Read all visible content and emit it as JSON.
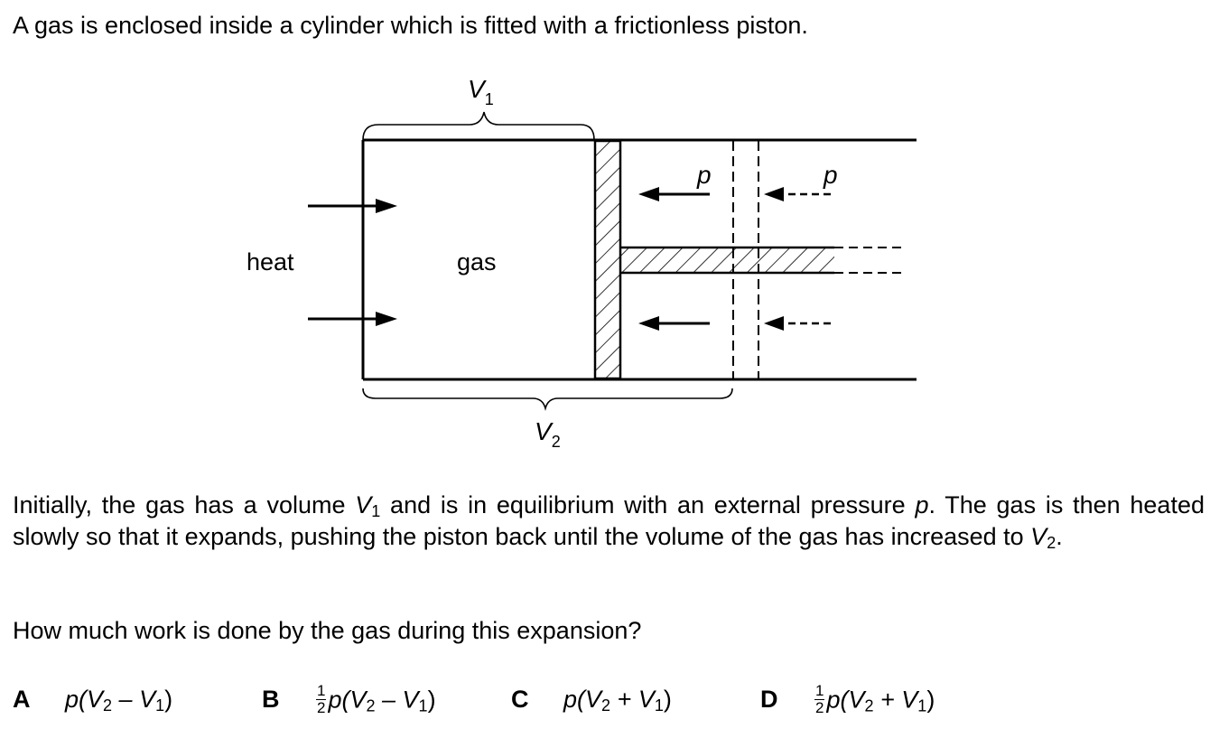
{
  "intro": "A gas is enclosed inside a cylinder which is fitted with a frictionless piston.",
  "diagram": {
    "label_v1": "V",
    "label_v1_sub": "1",
    "label_v2": "V",
    "label_v2_sub": "2",
    "label_heat": "heat",
    "label_gas": "gas",
    "label_p_solid": "p",
    "label_p_dashed": "p"
  },
  "paragraph": {
    "part1": "Initially, the gas has a volume ",
    "v1": "V",
    "v1_sub": "1",
    "part2": " and is in equilibrium with an external pressure ",
    "p": "p",
    "part3": ". The gas is then heated slowly so that it expands, pushing the piston back until the volume of the gas has increased to ",
    "v2": "V",
    "v2_sub": "2",
    "part4": "."
  },
  "question": "How much work is done by the gas during this expansion?",
  "options": [
    {
      "letter": "A",
      "frac_num": "",
      "frac_den": "",
      "pre": "p(V",
      "s1": "2",
      "mid": " – V",
      "s2": "1",
      "post": ")"
    },
    {
      "letter": "B",
      "frac_num": "1",
      "frac_den": "2",
      "pre": "p(V",
      "s1": "2",
      "mid": " – V",
      "s2": "1",
      "post": ")"
    },
    {
      "letter": "C",
      "frac_num": "",
      "frac_den": "",
      "pre": "p(V",
      "s1": "2",
      "mid": " + V",
      "s2": "1",
      "post": ")"
    },
    {
      "letter": "D",
      "frac_num": "1",
      "frac_den": "2",
      "pre": "p(V",
      "s1": "2",
      "mid": " + V",
      "s2": "1",
      "post": ")"
    }
  ]
}
